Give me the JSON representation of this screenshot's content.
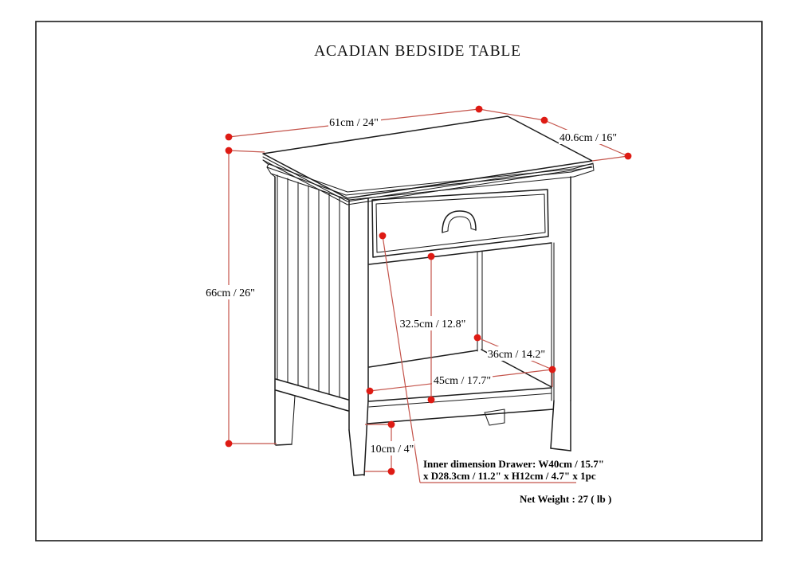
{
  "title": "ACADIAN BEDSIDE TABLE",
  "dimensions": {
    "top_width": "61cm / 24\"",
    "top_depth": "40.6cm / 16\"",
    "overall_height": "66cm / 26\"",
    "compartment_height": "32.5cm / 12.8\"",
    "shelf_depth": "36cm / 14.2\"",
    "shelf_width": "45cm / 17.7\"",
    "leg_height": "10cm / 4\""
  },
  "notes": {
    "drawer_line1": "Inner dimension Drawer: W40cm / 15.7\"",
    "drawer_line2": "x D28.3cm / 11.2\" x H12cm / 4.7\" x 1pc",
    "net_weight": "Net Weight : 27 ( lb )"
  },
  "colors": {
    "dimension_line": "#c4544b",
    "dimension_dot": "#de1b14",
    "drawing_line": "#1b1b1b",
    "background": "#ffffff"
  }
}
